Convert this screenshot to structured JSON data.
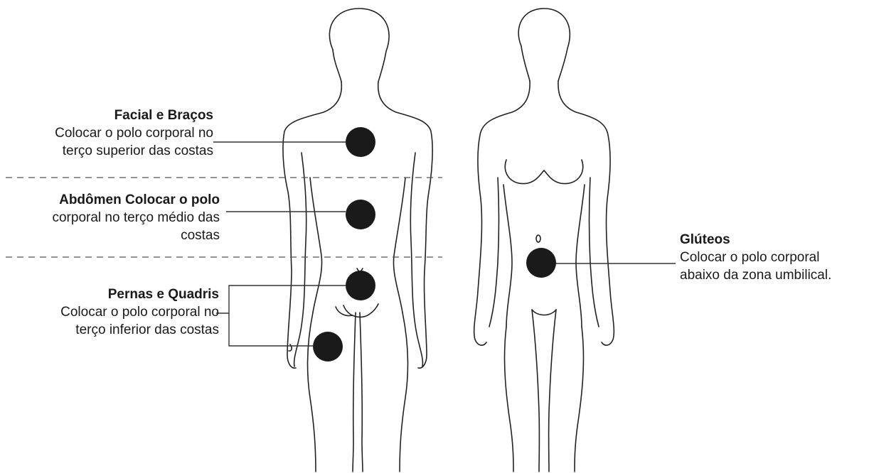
{
  "placements": {
    "facial": {
      "title": "Facial e Braços",
      "line1": "Colocar o polo corporal no",
      "line2": "terço superior das costas"
    },
    "abdomen": {
      "title": "Abdômen Colocar o polo",
      "line1": "corporal no terço médio das",
      "line2": "costas"
    },
    "pernas": {
      "title": "Pernas e Quadris",
      "line1": "Colocar o polo corporal no",
      "line2": "terço inferior das costas"
    },
    "gluteos": {
      "title": "Glúteos",
      "line1": "Colocar o polo corporal",
      "line2": "abaixo da zona umbilical."
    }
  },
  "colors": {
    "electrode": "#1a1a1a",
    "outline": "#222222",
    "leader": "#333333",
    "divider": "#555555"
  }
}
